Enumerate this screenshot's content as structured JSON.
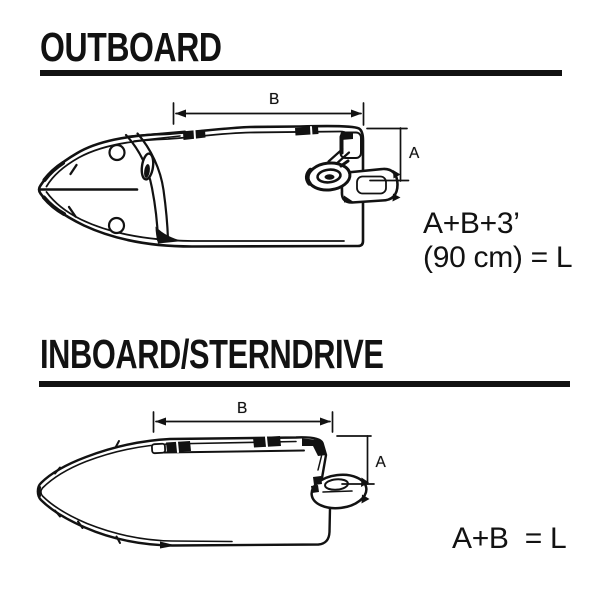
{
  "colors": {
    "ink": "#121212"
  },
  "outboard": {
    "title": "OUTBOARD",
    "b_label": "B",
    "a_label": "A",
    "formula_line1": "A+B+3’",
    "formula_line2": "(90 cm) = L"
  },
  "inboard": {
    "title": "INBOARD/STERNDRIVE",
    "b_label": "B",
    "a_label": "A",
    "formula": "A+B  = L"
  }
}
